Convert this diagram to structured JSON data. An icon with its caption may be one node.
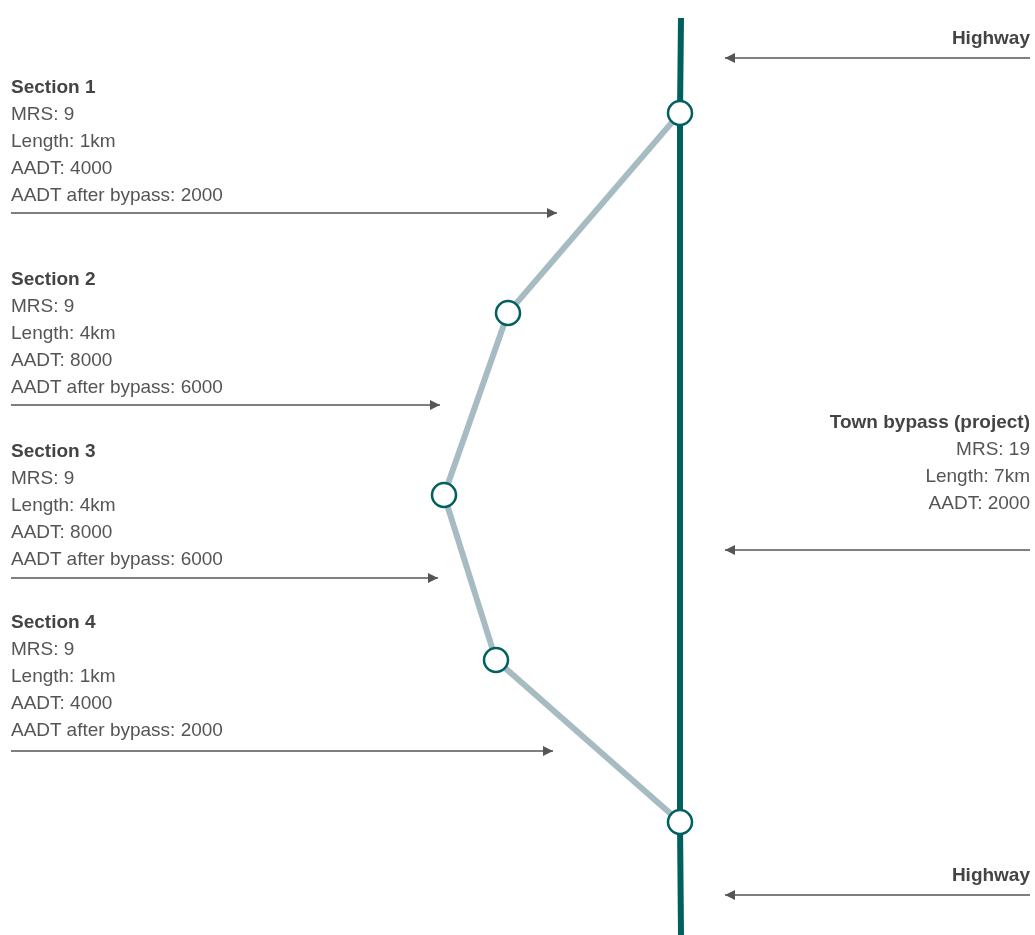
{
  "diagram": {
    "nodes": [
      {
        "text": [
          "Highway"
        ]
      },
      {
        "text": [
          "Section 1",
          "MRS: 9",
          "Length: 1km",
          "AADT: 4000",
          "AADT after bypass: 2000"
        ]
      },
      {
        "text": [
          "Section 2",
          "MRS: 9",
          "Length: 4km",
          "AADT: 8000",
          "AADT after bypass: 6000"
        ]
      },
      {
        "text": [
          "Section 3",
          "MRS: 9",
          "Length: 4km",
          "AADT: 8000",
          "AADT after bypass: 6000"
        ]
      },
      {
        "text": [
          "Section 4",
          "MRS: 9",
          "Length: 1km",
          "AADT: 4000",
          "AADT after bypass: 2000"
        ]
      },
      {
        "text": [
          "Town bypass (project)",
          "MRS: 19",
          "Length: 7km",
          "AADT: 2000"
        ]
      },
      {
        "text": [
          "Highway"
        ]
      },
      {
        "text": [],
        "shape": "circle"
      },
      {
        "text": [],
        "shape": "circle"
      },
      {
        "text": [],
        "shape": "circle"
      },
      {
        "text": [],
        "shape": "circle"
      },
      {
        "text": [],
        "shape": "circle"
      }
    ],
    "edges": [
      {
        "from": 7,
        "to": 8,
        "arrow": "none",
        "style": "thick",
        "color": "#a6bcc2"
      },
      {
        "from": 8,
        "to": 9,
        "arrow": "none",
        "style": "thick",
        "color": "#a6bcc2"
      },
      {
        "from": 9,
        "to": 10,
        "arrow": "none",
        "style": "thick",
        "color": "#a6bcc2"
      },
      {
        "from": 10,
        "to": 11,
        "arrow": "none",
        "style": "thick",
        "color": "#a6bcc2"
      },
      {
        "from": null,
        "to": 7,
        "arrow": "none",
        "style": "thick",
        "color": "#00605f"
      },
      {
        "from": 7,
        "to": 11,
        "arrow": "none",
        "style": "thick",
        "color": "#00605f"
      },
      {
        "from": 11,
        "to": null,
        "arrow": "none",
        "style": "thick",
        "color": "#00605f"
      },
      {
        "from": 0,
        "to": null,
        "arrow": "to"
      },
      {
        "from": 1,
        "to": null,
        "arrow": "to"
      },
      {
        "from": 2,
        "to": null,
        "arrow": "to"
      },
      {
        "from": 3,
        "to": null,
        "arrow": "to"
      },
      {
        "from": 4,
        "to": null,
        "arrow": "to"
      },
      {
        "from": 5,
        "to": null,
        "arrow": "to"
      },
      {
        "from": 6,
        "to": null,
        "arrow": "to"
      }
    ]
  }
}
